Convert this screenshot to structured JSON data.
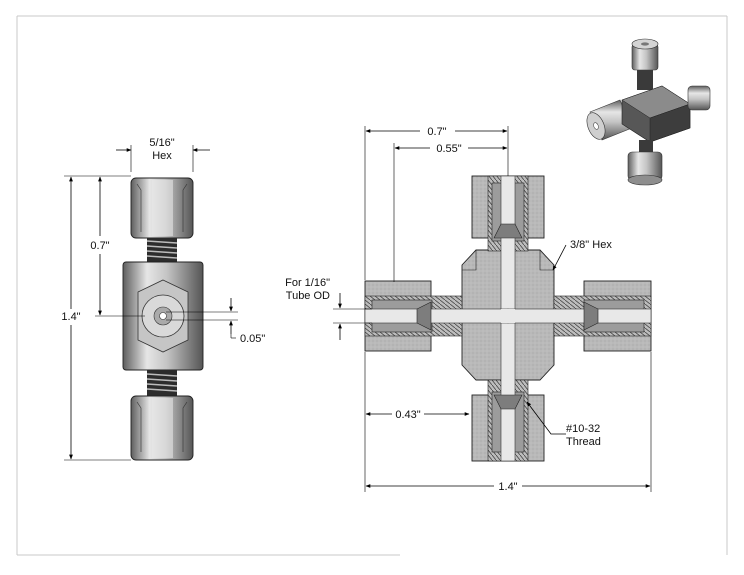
{
  "drawing": {
    "side_view": {
      "hex_label_line1": "5/16\"",
      "hex_label_line2": "Hex",
      "half_length": "0.7\"",
      "overall_length": "1.4\"",
      "bore_offset": "0.05\""
    },
    "section_view": {
      "arm_width": "0.7\"",
      "nut_span": "0.55\"",
      "tube_label_line1": "For 1/16\"",
      "tube_label_line2": "Tube OD",
      "hex_label": "3/8\" Hex",
      "port_depth": "0.43\"",
      "thread_label_line1": "#10-32",
      "thread_label_line2": "Thread",
      "overall_length": "1.4\""
    }
  },
  "colors": {
    "metal_light": "#d8d8d8",
    "metal_mid": "#a8a8a8",
    "metal_dark": "#6e6e6e",
    "section_fill": "#b7b7b7",
    "line": "#000000"
  }
}
